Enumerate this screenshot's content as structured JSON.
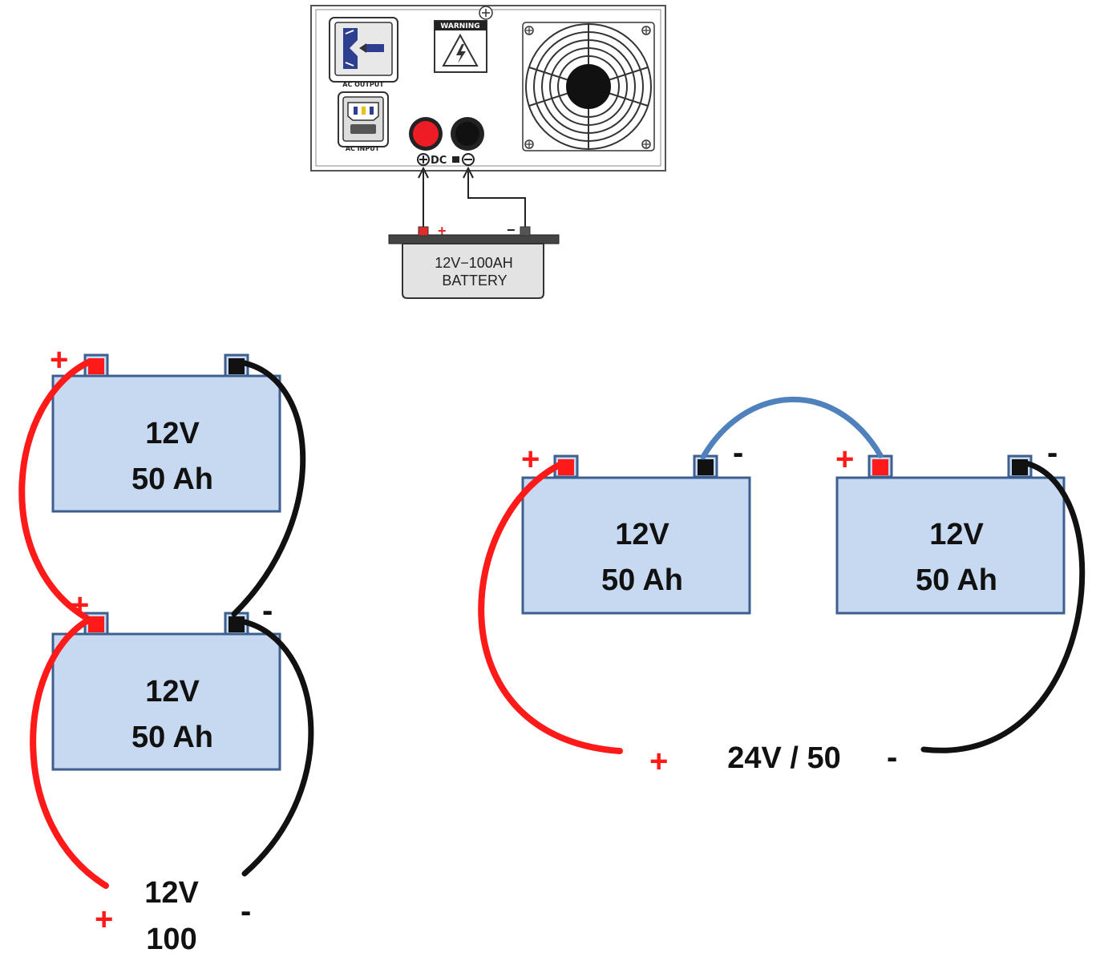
{
  "inverter": {
    "warning_label": "WARNING",
    "ac_output_label": "AC OUTPUT",
    "ac_input_label": "AC INPUT",
    "dc_label": "DC"
  },
  "battery_100ah": {
    "line1": "12V−100AH",
    "line2": "BATTERY",
    "plus": "+",
    "minus": "−"
  },
  "parallel_setup": {
    "battery_voltage": "12V",
    "battery_capacity": "50 Ah",
    "plus_sign": "+",
    "minus_sign": "-",
    "result_voltage": "12V",
    "result_capacity": "100"
  },
  "series_setup": {
    "battery_voltage": "12V",
    "battery_capacity": "50 Ah",
    "plus_sign": "+",
    "minus_sign": "-",
    "result": "24V / 50"
  },
  "colors": {
    "battery_fill": "#c6d9f0",
    "battery_border": "#3d5f8f",
    "positive_wire": "#ff1a1a",
    "negative_wire": "#111111",
    "jumper_wire": "#4f81bd"
  }
}
